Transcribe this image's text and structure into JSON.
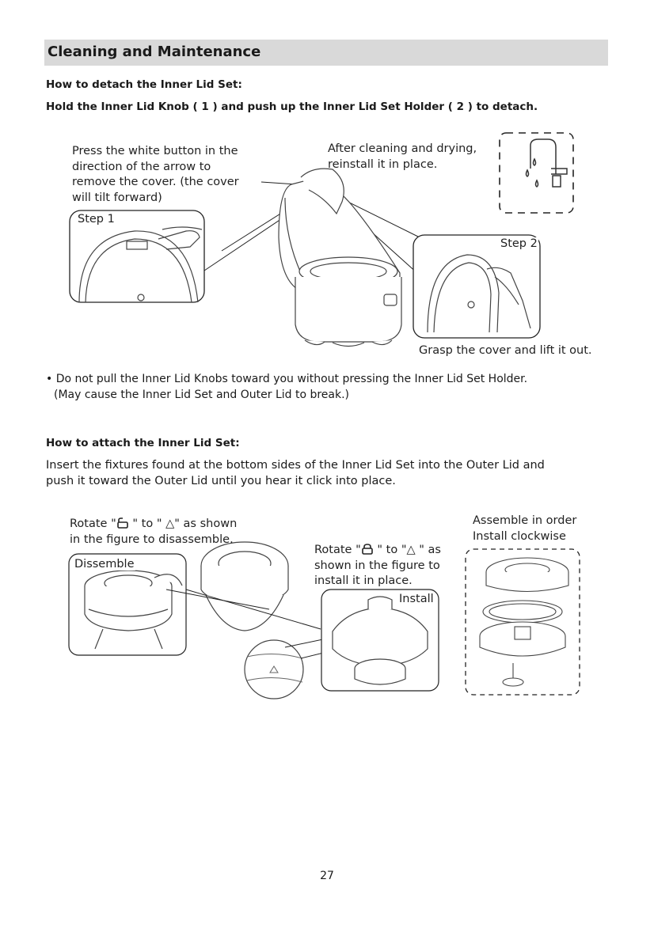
{
  "section": {
    "title": "Cleaning and Maintenance"
  },
  "detach": {
    "heading": "How to detach the Inner Lid Set:",
    "instruction": "Hold the Inner Lid Knob ( 1 ) and push up the Inner Lid Set Holder ( 2 ) to detach.",
    "callout_press": [
      "Press the white button in the",
      "direction of the arrow to",
      "remove the cover. (the cover",
      "will tilt forward)"
    ],
    "callout_reinstall": [
      "After cleaning and drying,",
      "reinstall it in place."
    ],
    "step1_label": "Step 1",
    "step2_label": "Step 2",
    "grasp_caption": "Grasp the cover and lift it out.",
    "warning_line1": "• Do not pull the Inner Lid Knobs toward you without pressing the Inner Lid Set Holder.",
    "warning_line2": "(May cause the Inner Lid Set and Outer Lid to break.)"
  },
  "attach": {
    "heading": "How to attach the Inner Lid Set:",
    "instruction_line1": "Insert the fixtures found at the bottom sides of the Inner Lid Set into the Outer Lid and",
    "instruction_line2": "push it toward the Outer Lid until you hear it click into place.",
    "rotate_disassemble": {
      "prefix": "Rotate \"",
      "mid": " \" to \" ",
      "suffix": "\" as shown",
      "line2": "in the figure to disassemble."
    },
    "rotate_install": {
      "prefix": "Rotate \"",
      "mid": " \" to \"",
      "suffix": " \" as",
      "line2": "shown in the figure to",
      "line3": "install it in place."
    },
    "disassemble_label": "Dissemble",
    "install_label": "Install",
    "assemble_line1": "Assemble in order",
    "assemble_line2": "Install clockwise"
  },
  "footer": {
    "page_number": "27"
  }
}
